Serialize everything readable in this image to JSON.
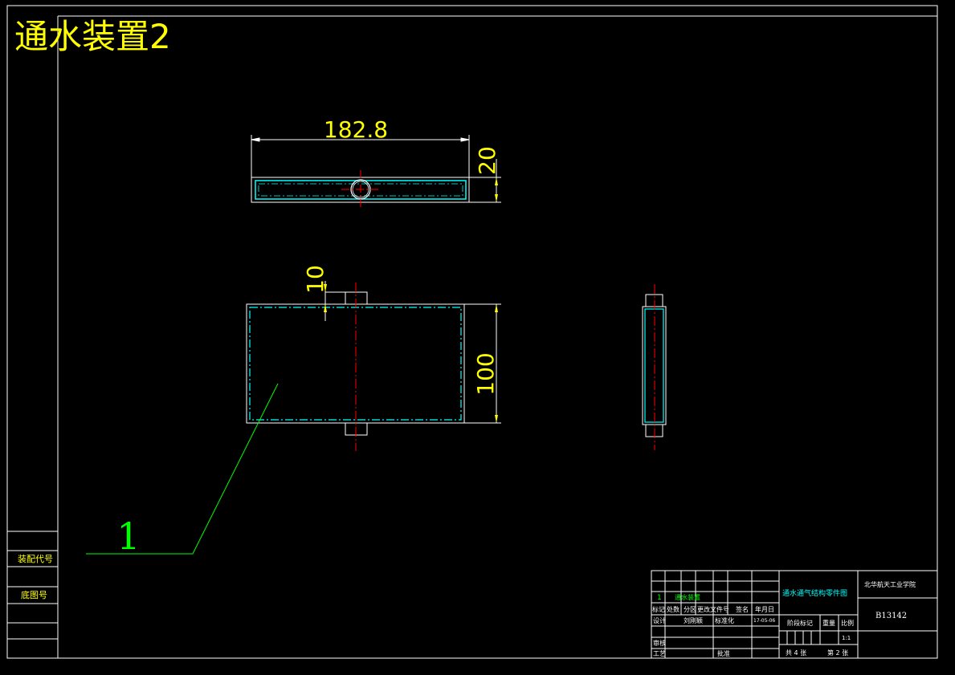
{
  "title": "通水装置2",
  "colors": {
    "background": "#000000",
    "frame": "#ffffff",
    "part": "#00ffff",
    "centerline": "#ff0000",
    "dimension": "#ffff00",
    "leader": "#00ff00"
  },
  "dimensions": {
    "length": "182.8",
    "thickness": "20",
    "offset": "10",
    "height": "100"
  },
  "balloon": "1",
  "side_labels": {
    "assembly_code": "装配代号",
    "base_drawing": "底图号"
  },
  "title_block": {
    "part_row_no": "1",
    "part_row_name": "通水装置",
    "col_mark": "标记",
    "col_count": "处数",
    "col_zone": "分区",
    "col_change_doc": "更改文件号",
    "col_sign": "签名",
    "col_date": "年月日",
    "designer_label": "设计",
    "designer_name": "刘刚颖",
    "standardize_label": "标准化",
    "design_date": "17-05-06",
    "review_label": "审核",
    "process_label": "工艺",
    "approve_label": "批准",
    "drawing_name": "通水通气结构零件图",
    "stage_label": "阶段标记",
    "weight_label": "重量",
    "scale_label": "比例",
    "scale_value": "1:1",
    "sheet_total": "共 4 张",
    "sheet_no": "第 2 张",
    "school": "北华航天工业学院",
    "drawing_code": "B13142"
  }
}
